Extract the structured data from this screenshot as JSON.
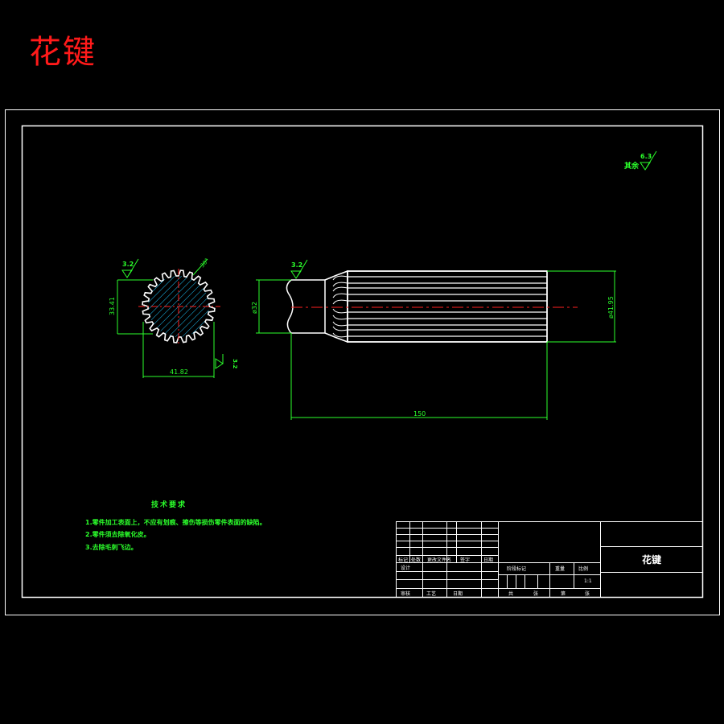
{
  "page_title": "花键",
  "roughness": {
    "other": {
      "label": "其余",
      "value": "6.3"
    },
    "end_view_top": "3.2",
    "end_view_side": "3.2",
    "side_view_left": "3.2"
  },
  "dimensions": {
    "end_height": "33.41",
    "end_width": "41.82",
    "end_angle": "30°",
    "shaft_dia": "ø32",
    "spline_dia": "ø41.95",
    "length": "150"
  },
  "tech_requirements": {
    "heading": "技术要求",
    "items": [
      "1.零件加工表面上，不应有划痕、擦伤等损伤零件表面的缺陷。",
      "2.零件须去除氧化皮。",
      "3.去除毛刺飞边。"
    ]
  },
  "title_block": {
    "part_name": "花键",
    "row_labels": [
      "标记",
      "处数",
      "更改文件名",
      "签字",
      "日期"
    ],
    "designer": "设计",
    "reviewer": "审核",
    "approve": "工艺",
    "date": "日期",
    "stage_header": "阶段标记",
    "weight": "重量",
    "scale": "比例",
    "scale_value": "1:1",
    "sheets_total": "共",
    "sheets_label": "张",
    "sheet_no": "第",
    "sheet_no_label": "张"
  }
}
